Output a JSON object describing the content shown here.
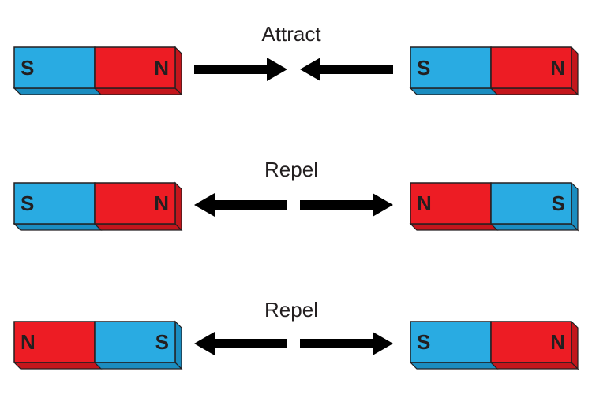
{
  "colors": {
    "north_red": "#ed1c24",
    "north_red_side": "#c4161c",
    "south_blue": "#29abe2",
    "south_blue_side": "#1b8dc0",
    "outline": "#231f20",
    "arrow": "#000000",
    "text": "#231f20"
  },
  "rows": [
    {
      "label": "Attract",
      "arrow_direction": "inward",
      "left_magnet": {
        "left_pole": "S",
        "right_pole": "N"
      },
      "right_magnet": {
        "left_pole": "S",
        "right_pole": "N"
      }
    },
    {
      "label": "Repel",
      "arrow_direction": "outward",
      "left_magnet": {
        "left_pole": "S",
        "right_pole": "N"
      },
      "right_magnet": {
        "left_pole": "N",
        "right_pole": "S"
      }
    },
    {
      "label": "Repel",
      "arrow_direction": "outward",
      "left_magnet": {
        "left_pole": "N",
        "right_pole": "S"
      },
      "right_magnet": {
        "left_pole": "S",
        "right_pole": "N"
      }
    }
  ]
}
